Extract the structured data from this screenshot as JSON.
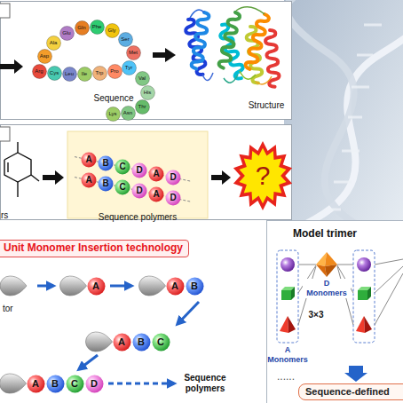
{
  "diagram": {
    "nodes": [
      {
        "text": [
          "Arg"
        ]
      },
      {
        "text": [
          "Asp"
        ]
      },
      {
        "text": [
          "Ala"
        ]
      },
      {
        "text": [
          "Glu"
        ]
      },
      {
        "text": [
          "Gln"
        ]
      },
      {
        "text": [
          "Phe"
        ]
      },
      {
        "text": [
          "Gly"
        ]
      },
      {
        "text": [
          "Ser"
        ]
      },
      {
        "text": [
          "Met"
        ]
      },
      {
        "text": [
          "Cys"
        ]
      },
      {
        "text": [
          "Leu"
        ]
      },
      {
        "text": [
          "Ile"
        ]
      },
      {
        "text": [
          "Trp"
        ]
      },
      {
        "text": [
          "Pro"
        ]
      },
      {
        "text": [
          "Tyr"
        ]
      },
      {
        "text": [
          "Val"
        ]
      },
      {
        "text": [
          "His"
        ]
      },
      {
        "text": [
          "Thr"
        ]
      },
      {
        "text": [
          "Asn"
        ]
      },
      {
        "text": [
          "Lys"
        ]
      },
      {
        "text": [
          "A"
        ]
      },
      {
        "text": [
          "B"
        ]
      },
      {
        "text": [
          "C"
        ]
      },
      {
        "text": [
          "D"
        ]
      },
      {
        "text": [
          "A"
        ]
      },
      {
        "text": [
          "D"
        ]
      },
      {
        "text": [
          "A"
        ]
      },
      {
        "text": [
          "B"
        ]
      },
      {
        "text": [
          "C"
        ]
      },
      {
        "text": [
          "D"
        ]
      },
      {
        "text": [
          "A"
        ]
      },
      {
        "text": [
          "D"
        ]
      },
      {
        "text": [
          "?"
        ]
      },
      {
        "text": [
          "Unit Monomer Insertion technology"
        ]
      },
      {
        "text": [
          "A"
        ]
      },
      {
        "text": [
          "A"
        ]
      },
      {
        "text": [
          "B"
        ]
      },
      {
        "text": [
          "A"
        ]
      },
      {
        "text": [
          "B"
        ]
      },
      {
        "text": [
          "C"
        ]
      },
      {
        "text": [
          "A"
        ]
      },
      {
        "text": [
          "B"
        ]
      },
      {
        "text": [
          "C"
        ]
      },
      {
        "text": [
          "D"
        ]
      },
      {
        "text": [
          "Sequence-defined"
        ]
      }
    ],
    "labels": [
      "Sequence",
      "Structure",
      "rs",
      "Sequence polymers",
      "Model trimer",
      "tor",
      "D Monomers",
      "3×3",
      "A Monomers",
      "......",
      "Sequence polymers"
    ]
  }
}
